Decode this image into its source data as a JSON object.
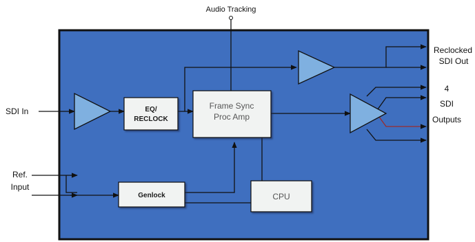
{
  "colors": {
    "board_fill": "#3f6fbf",
    "board_border": "#111111",
    "box_fill": "#f1f3f2",
    "amp_fill": "#7fb0e0",
    "line": "#111111",
    "line_red": "#9a2c2c"
  },
  "labels": {
    "audio_tracking": "Audio Tracking",
    "sdi_in": "SDI In",
    "ref_input_line1": "Ref.",
    "ref_input_line2": "Input",
    "reclocked_line1": "Reclocked",
    "reclocked_line2": "SDI Out",
    "outputs_line1": "4",
    "outputs_line2": "SDI",
    "outputs_line3": "Outputs"
  },
  "blocks": {
    "eq_reclock_line1": "EQ/",
    "eq_reclock_line2": "RECLOCK",
    "frame_sync_line1": "Frame Sync",
    "frame_sync_line2": "Proc Amp",
    "genlock": "Genlock",
    "cpu": "CPU"
  }
}
